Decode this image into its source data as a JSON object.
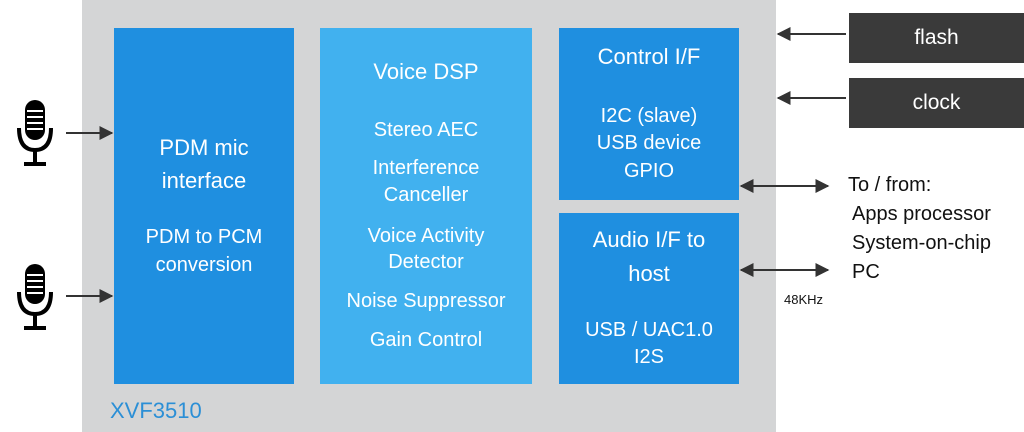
{
  "chip": {
    "name": "XVF3510"
  },
  "pdm": {
    "title_line1": "PDM mic",
    "title_line2": "interface",
    "sub_line1": "PDM to PCM",
    "sub_line2": "conversion"
  },
  "dsp": {
    "title": "Voice DSP",
    "items": [
      "Stereo AEC",
      "Interference",
      "Canceller",
      "Voice Activity",
      "Detector",
      "Noise Suppressor",
      "Gain Control"
    ]
  },
  "control": {
    "title": "Control I/F",
    "items": [
      "I2C (slave)",
      "USB device",
      "GPIO"
    ]
  },
  "audio": {
    "title_line1": "Audio I/F to",
    "title_line2": "host",
    "items": [
      "USB / UAC1.0",
      "I2S"
    ],
    "rate": "48KHz"
  },
  "external": {
    "flash": "flash",
    "clock": "clock"
  },
  "hosts": {
    "header": "To / from:",
    "items": [
      "Apps processor",
      "System-on-chip",
      "PC"
    ]
  },
  "icons": {
    "microphone": "microphone-icon"
  },
  "colors": {
    "chip_bg": "#d4d5d6",
    "block_blue": "#1f8fe0",
    "dsp_blue": "#41b1ef",
    "external_bg": "#3a3a3a",
    "chip_label": "#2b8fd6"
  }
}
